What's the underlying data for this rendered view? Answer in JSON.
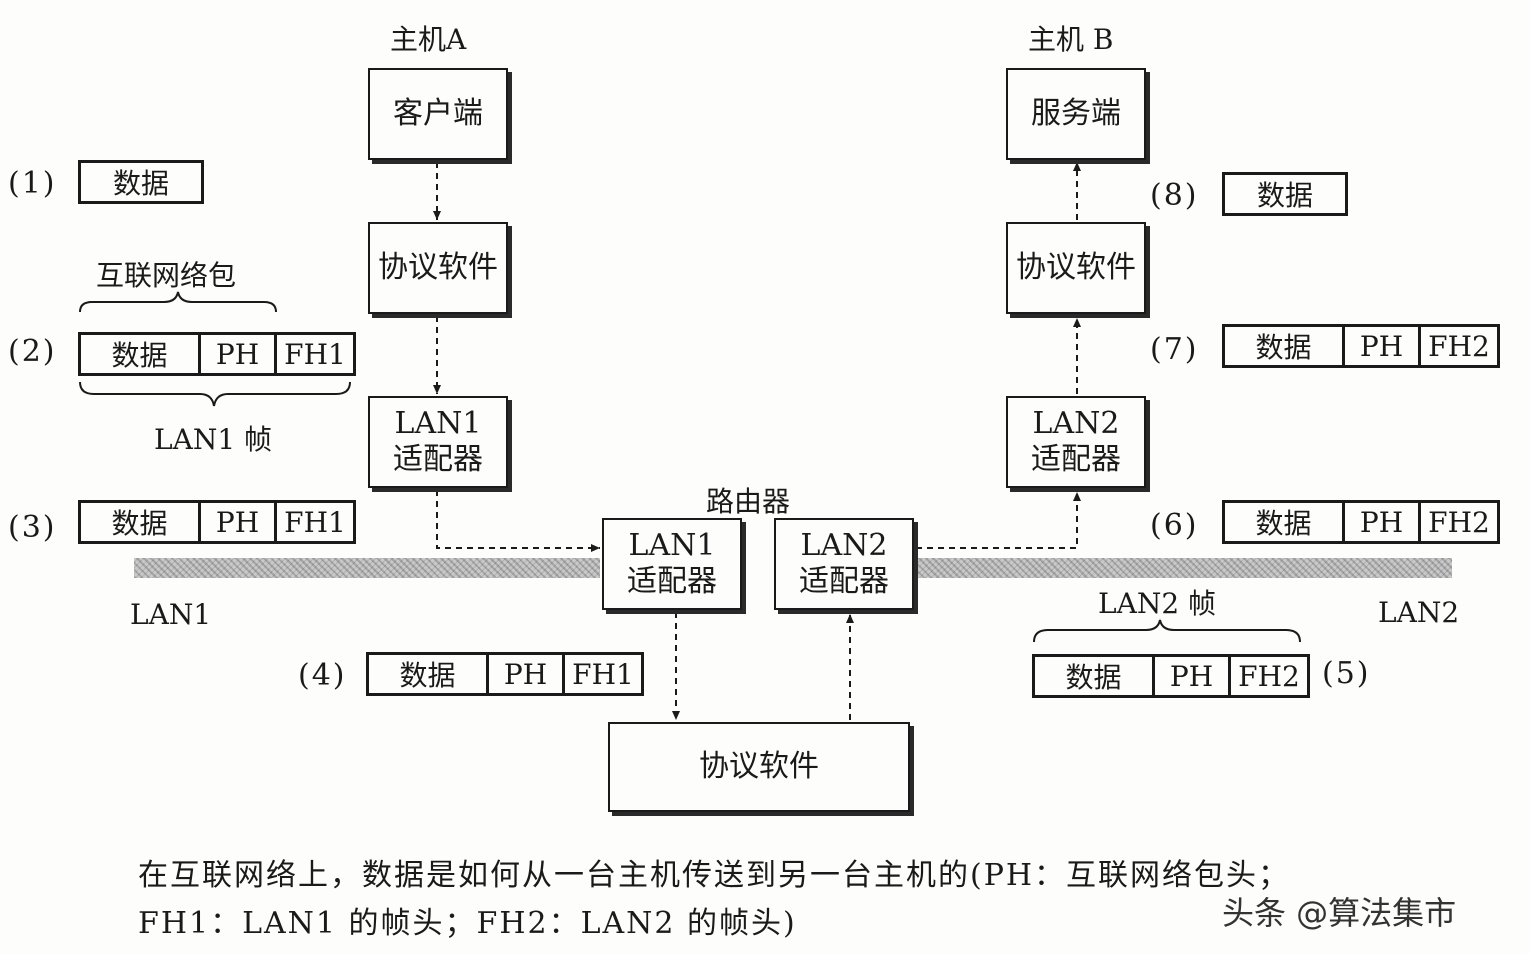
{
  "host_a": {
    "title": "主机A",
    "client": "客户端",
    "protocol": "协议软件",
    "adapter_line1": "LAN1",
    "adapter_line2": "适配器"
  },
  "host_b": {
    "title": "主机 B",
    "server": "服务端",
    "protocol": "协议软件",
    "adapter_line1": "LAN2",
    "adapter_line2": "适配器"
  },
  "router": {
    "title": "路由器",
    "adapter1_line1": "LAN1",
    "adapter1_line2": "适配器",
    "adapter2_line1": "LAN2",
    "adapter2_line2": "适配器",
    "protocol": "协议软件"
  },
  "networks": {
    "lan1": "LAN1",
    "lan2": "LAN2"
  },
  "brace_labels": {
    "internet_packet": "互联网络包",
    "lan1_frame": "LAN1 帧",
    "lan2_frame": "LAN2 帧"
  },
  "steps": [
    {
      "label": "(1)",
      "cells": [
        "数据"
      ]
    },
    {
      "label": "(2)",
      "cells": [
        "数据",
        "PH",
        "FH1"
      ]
    },
    {
      "label": "(3)",
      "cells": [
        "数据",
        "PH",
        "FH1"
      ]
    },
    {
      "label": "(4)",
      "cells": [
        "数据",
        "PH",
        "FH1"
      ]
    },
    {
      "label": "(5)",
      "cells": [
        "数据",
        "PH",
        "FH2"
      ]
    },
    {
      "label": "(6)",
      "cells": [
        "数据",
        "PH",
        "FH2"
      ]
    },
    {
      "label": "(7)",
      "cells": [
        "数据",
        "PH",
        "FH2"
      ]
    },
    {
      "label": "(8)",
      "cells": [
        "数据"
      ]
    }
  ],
  "caption": {
    "line1": "在互联网络上，数据是如何从一台主机传送到另一台主机的(PH：互联网络包头；",
    "line2": "FH1：LAN1 的帧头；FH2：LAN2 的帧头)"
  },
  "watermark": "头条 @算法集市"
}
